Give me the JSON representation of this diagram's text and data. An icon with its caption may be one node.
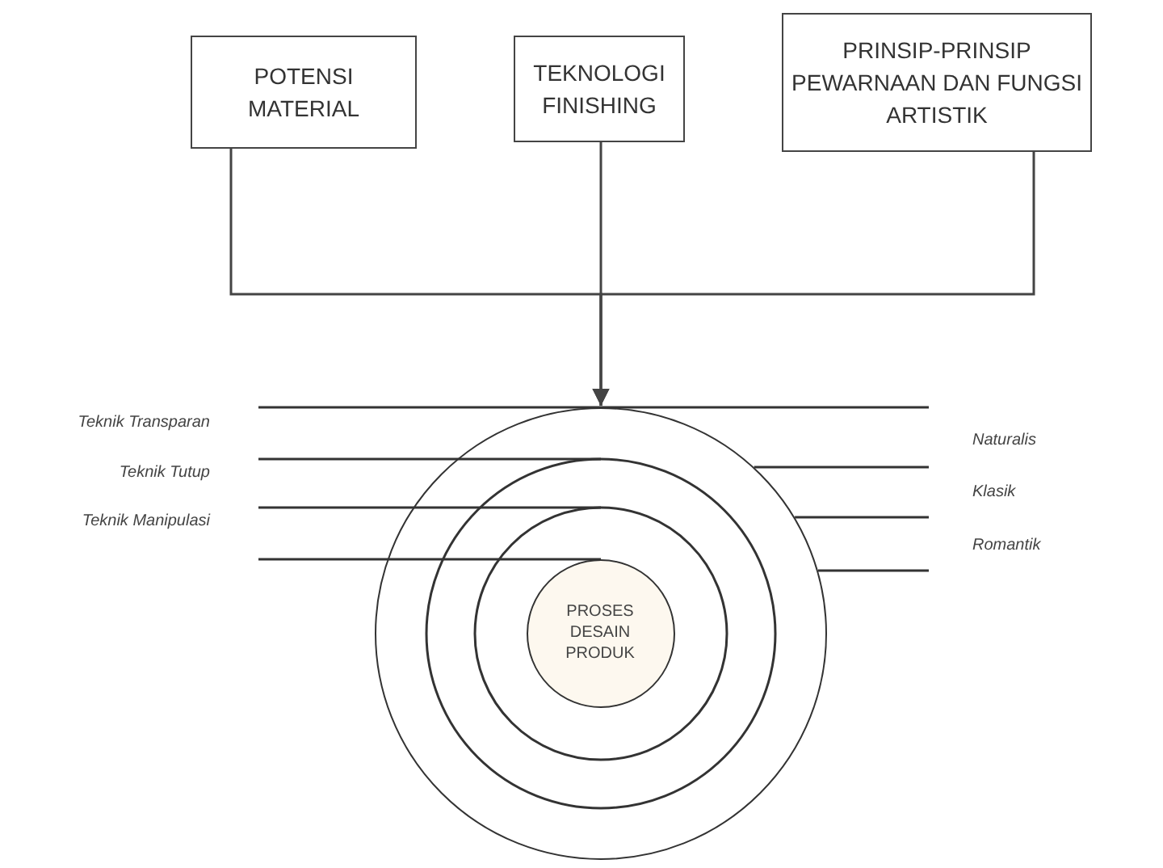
{
  "diagram": {
    "nodes": [
      {
        "text": [
          "POTENSI MATERIAL"
        ]
      },
      {
        "text": [
          "TEKNOLOGI FINISHING"
        ]
      },
      {
        "text": [
          "PRINSIP-PRINSIP PEWARNAAN DAN FUNGSI ARTISTIK"
        ]
      },
      {
        "text": [],
        "shape": "circle"
      },
      {
        "text": [
          "PROSES DESAIN PRODUK"
        ],
        "in": 3
      }
    ],
    "edges": [
      {
        "from": 0,
        "to": 3,
        "arrow": "to"
      },
      {
        "from": 1,
        "to": 3,
        "arrow": "to"
      },
      {
        "from": 2,
        "to": 3,
        "arrow": "to"
      }
    ],
    "labels": [
      "Teknik Transparan",
      "Teknik Tutup",
      "Teknik Manipulasi",
      "Naturalis",
      "Klasik",
      "Romantik"
    ]
  }
}
